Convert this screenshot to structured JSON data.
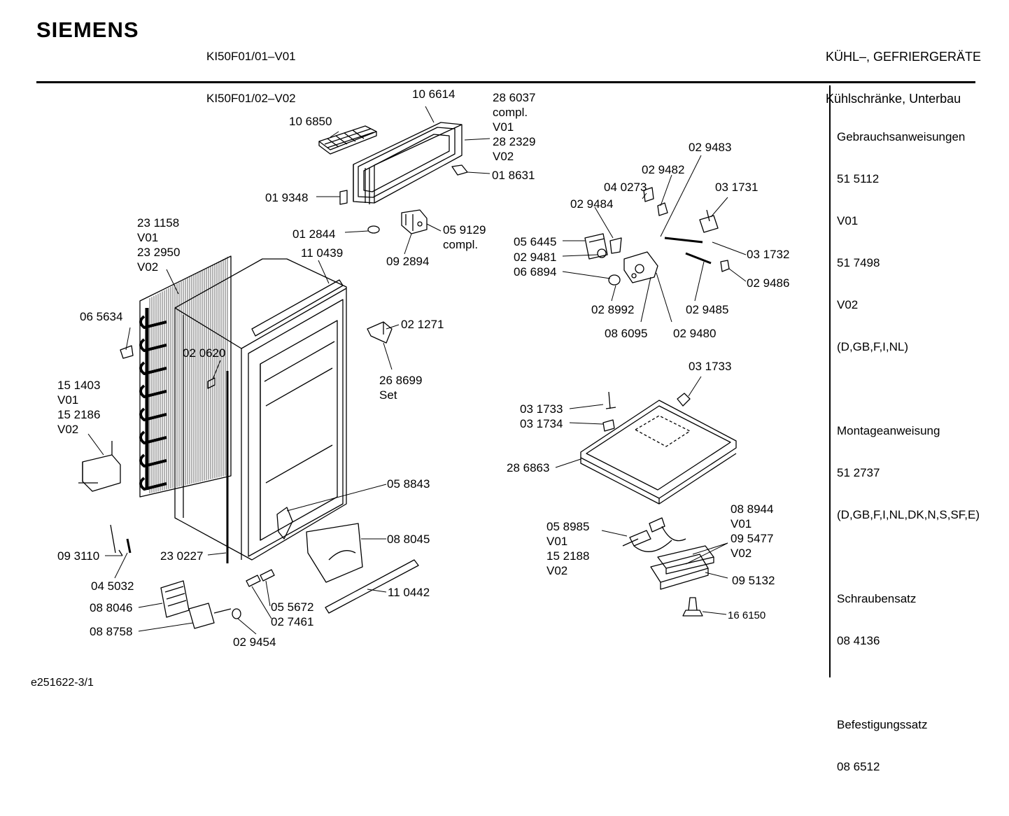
{
  "header": {
    "brand": "SIEMENS",
    "models": [
      "KI50F01/01–V01",
      "KI50F01/02–V02"
    ],
    "category": [
      "KÜHL–, GEFRIERGERÄTE",
      "Kühlschränke, Unterbau"
    ]
  },
  "sidebar": [
    {
      "lines": [
        "Gebrauchsanweisungen",
        "51 5112",
        "V01",
        "51 7498",
        "V02",
        "(D,GB,F,I,NL)"
      ]
    },
    {
      "lines": [
        "Montageanweisung",
        "51 2737",
        "(D,GB,F,I,NL,DK,N,S,SF,E)"
      ]
    },
    {
      "lines": [
        "Schraubensatz",
        "08 4136"
      ]
    },
    {
      "lines": [
        "Befestigungssatz",
        "08 6512"
      ]
    }
  ],
  "labels": [
    {
      "id": "l01",
      "lines": [
        "10 6614"
      ]
    },
    {
      "id": "l02",
      "lines": [
        "28 6037",
        "compl.",
        "V01",
        "28 2329",
        "V02"
      ]
    },
    {
      "id": "l03",
      "lines": [
        "10 6850"
      ]
    },
    {
      "id": "l04",
      "lines": [
        "01 8631"
      ]
    },
    {
      "id": "l05",
      "lines": [
        "01 9348"
      ]
    },
    {
      "id": "l06",
      "lines": [
        "01 2844"
      ]
    },
    {
      "id": "l07",
      "lines": [
        "05 9129",
        "compl."
      ]
    },
    {
      "id": "l08",
      "lines": [
        "09 2894"
      ]
    },
    {
      "id": "l09",
      "lines": [
        "23 1158",
        "V01",
        "23 2950",
        "V02"
      ]
    },
    {
      "id": "l10",
      "lines": [
        "11 0439"
      ]
    },
    {
      "id": "l11",
      "lines": [
        "06 5634"
      ]
    },
    {
      "id": "l12",
      "lines": [
        "02 1271"
      ]
    },
    {
      "id": "l13",
      "lines": [
        "02 0620"
      ]
    },
    {
      "id": "l14",
      "lines": [
        "26 8699",
        "Set"
      ]
    },
    {
      "id": "l15",
      "lines": [
        "15 1403",
        "V01",
        "15 2186",
        "V02"
      ]
    },
    {
      "id": "l16",
      "lines": [
        "05 8843"
      ]
    },
    {
      "id": "l17",
      "lines": [
        "08 8045"
      ]
    },
    {
      "id": "l18",
      "lines": [
        "09 3110"
      ]
    },
    {
      "id": "l19",
      "lines": [
        "23 0227"
      ]
    },
    {
      "id": "l20",
      "lines": [
        "04 5032"
      ]
    },
    {
      "id": "l21",
      "lines": [
        "11 0442"
      ]
    },
    {
      "id": "l22",
      "lines": [
        "08 8046"
      ]
    },
    {
      "id": "l23",
      "lines": [
        "05 5672"
      ]
    },
    {
      "id": "l24",
      "lines": [
        "02 7461"
      ]
    },
    {
      "id": "l25",
      "lines": [
        "08 8758"
      ]
    },
    {
      "id": "l26",
      "lines": [
        "02 9454"
      ]
    },
    {
      "id": "l27",
      "lines": [
        "02 9483"
      ]
    },
    {
      "id": "l28",
      "lines": [
        "02 9482"
      ]
    },
    {
      "id": "l29",
      "lines": [
        "04 0273"
      ]
    },
    {
      "id": "l30",
      "lines": [
        "03 1731"
      ]
    },
    {
      "id": "l31",
      "lines": [
        "02 9484"
      ]
    },
    {
      "id": "l32",
      "lines": [
        "05 6445"
      ]
    },
    {
      "id": "l33",
      "lines": [
        "02 9481"
      ]
    },
    {
      "id": "l34",
      "lines": [
        "03 1732"
      ]
    },
    {
      "id": "l35",
      "lines": [
        "06 6894"
      ]
    },
    {
      "id": "l36",
      "lines": [
        "02 9486"
      ]
    },
    {
      "id": "l37",
      "lines": [
        "02 8992"
      ]
    },
    {
      "id": "l38",
      "lines": [
        "02 9485"
      ]
    },
    {
      "id": "l39",
      "lines": [
        "08 6095"
      ]
    },
    {
      "id": "l40",
      "lines": [
        "02 9480"
      ]
    },
    {
      "id": "l41",
      "lines": [
        "03 1733"
      ]
    },
    {
      "id": "l42",
      "lines": [
        "03 1733"
      ]
    },
    {
      "id": "l43",
      "lines": [
        "03 1734"
      ]
    },
    {
      "id": "l44",
      "lines": [
        "28 6863"
      ]
    },
    {
      "id": "l45",
      "lines": [
        "08 8944",
        "V01",
        "09 5477",
        "V02"
      ]
    },
    {
      "id": "l46",
      "lines": [
        "05 8985",
        "V01",
        "15 2188",
        "V02"
      ]
    },
    {
      "id": "l47",
      "lines": [
        "09 5132"
      ]
    },
    {
      "id": "l48",
      "lines": [
        "16 6150"
      ]
    }
  ],
  "footer": "e251622-3/1"
}
